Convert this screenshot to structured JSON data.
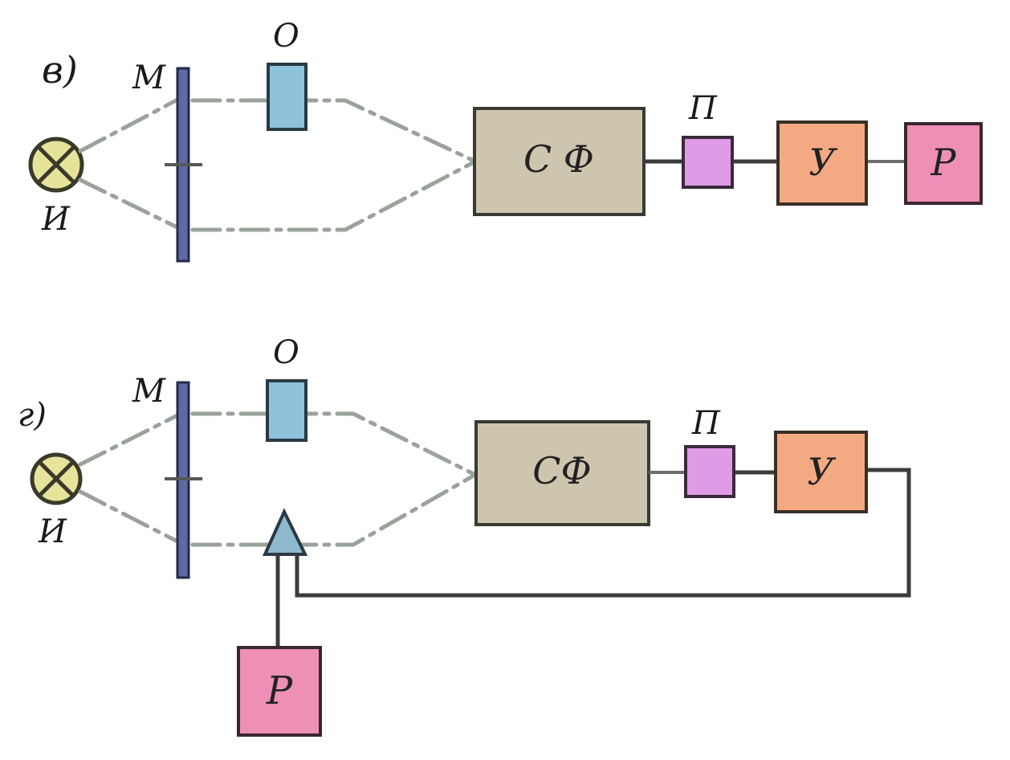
{
  "diagram_v": {
    "panel_label": "в)",
    "source_label": "И",
    "modulator_label": "М",
    "object_label": "О",
    "spectro_label": "С Ф",
    "receiver_label": "П",
    "amplifier_label": "У",
    "recorder_label": "Р"
  },
  "diagram_g": {
    "panel_label": "г)",
    "source_label": "И",
    "modulator_label": "М",
    "object_label": "О",
    "spectro_label": "СФ",
    "receiver_label": "П",
    "amplifier_label": "У",
    "recorder_label": "Р"
  },
  "colors": {
    "source_fill": "#e6e39a",
    "modulator": "#5f6aa3",
    "object": "#8fc3dc",
    "spectro": "#cdc5ad",
    "receiver": "#df9be6",
    "amplifier": "#f3aa82",
    "recorder": "#ee8fb6",
    "wedge": "#8fb9cf"
  }
}
